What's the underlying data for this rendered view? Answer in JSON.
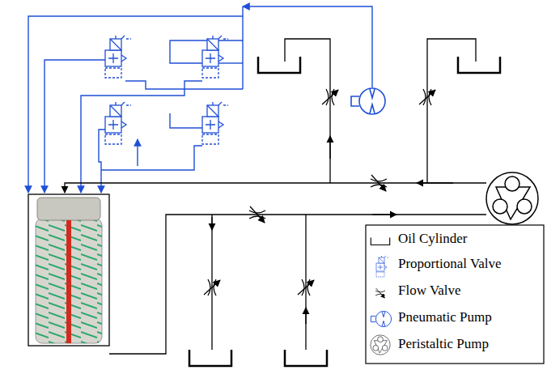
{
  "diagram": {
    "legend": [
      {
        "text": "Oil Cylinder"
      },
      {
        "text": "Proportional Valve"
      },
      {
        "text": "Flow Valve"
      },
      {
        "text": "Pneumatic Pump"
      },
      {
        "text": "Peristaltic Pump"
      }
    ]
  }
}
